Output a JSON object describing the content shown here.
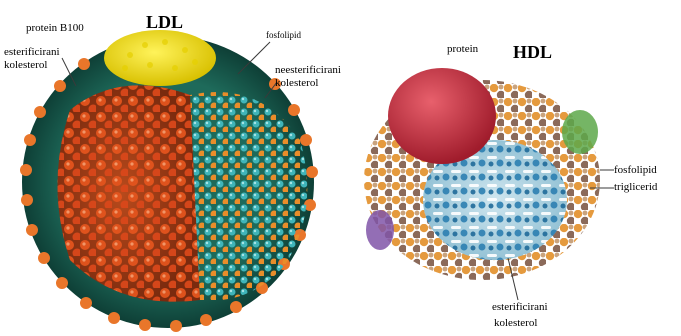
{
  "ldl": {
    "title": "LDL",
    "labels": {
      "protein": "protein B100",
      "esterified_line1": "esterificirani",
      "esterified_line2": "kolesterol",
      "phospholipid": "fosfolipid",
      "nonesterified_line1": "neesterificirani",
      "nonesterified_line2": "kolesterol"
    },
    "colors": {
      "protein": "#f2e21a",
      "core_particles": "#d9541c",
      "shell_cyan": "#3fb4b9",
      "shell_orange": "#e98d2a",
      "phospholipid_tails": "#1a5a4a"
    }
  },
  "hdl": {
    "title": "HDL",
    "labels": {
      "protein": "protein",
      "phospholipid": "fosfolipid",
      "triglyceride": "triglicerid",
      "esterified_line1": "esterificirani",
      "esterified_line2": "kolesterol"
    },
    "colors": {
      "protein": "#c8283a",
      "shell_orange": "#e59a3e",
      "shell_brown": "#8b6a5a",
      "core_blue": "#2c7fb1",
      "accent_green": "#5da84a",
      "accent_purple": "#8055a8"
    }
  }
}
